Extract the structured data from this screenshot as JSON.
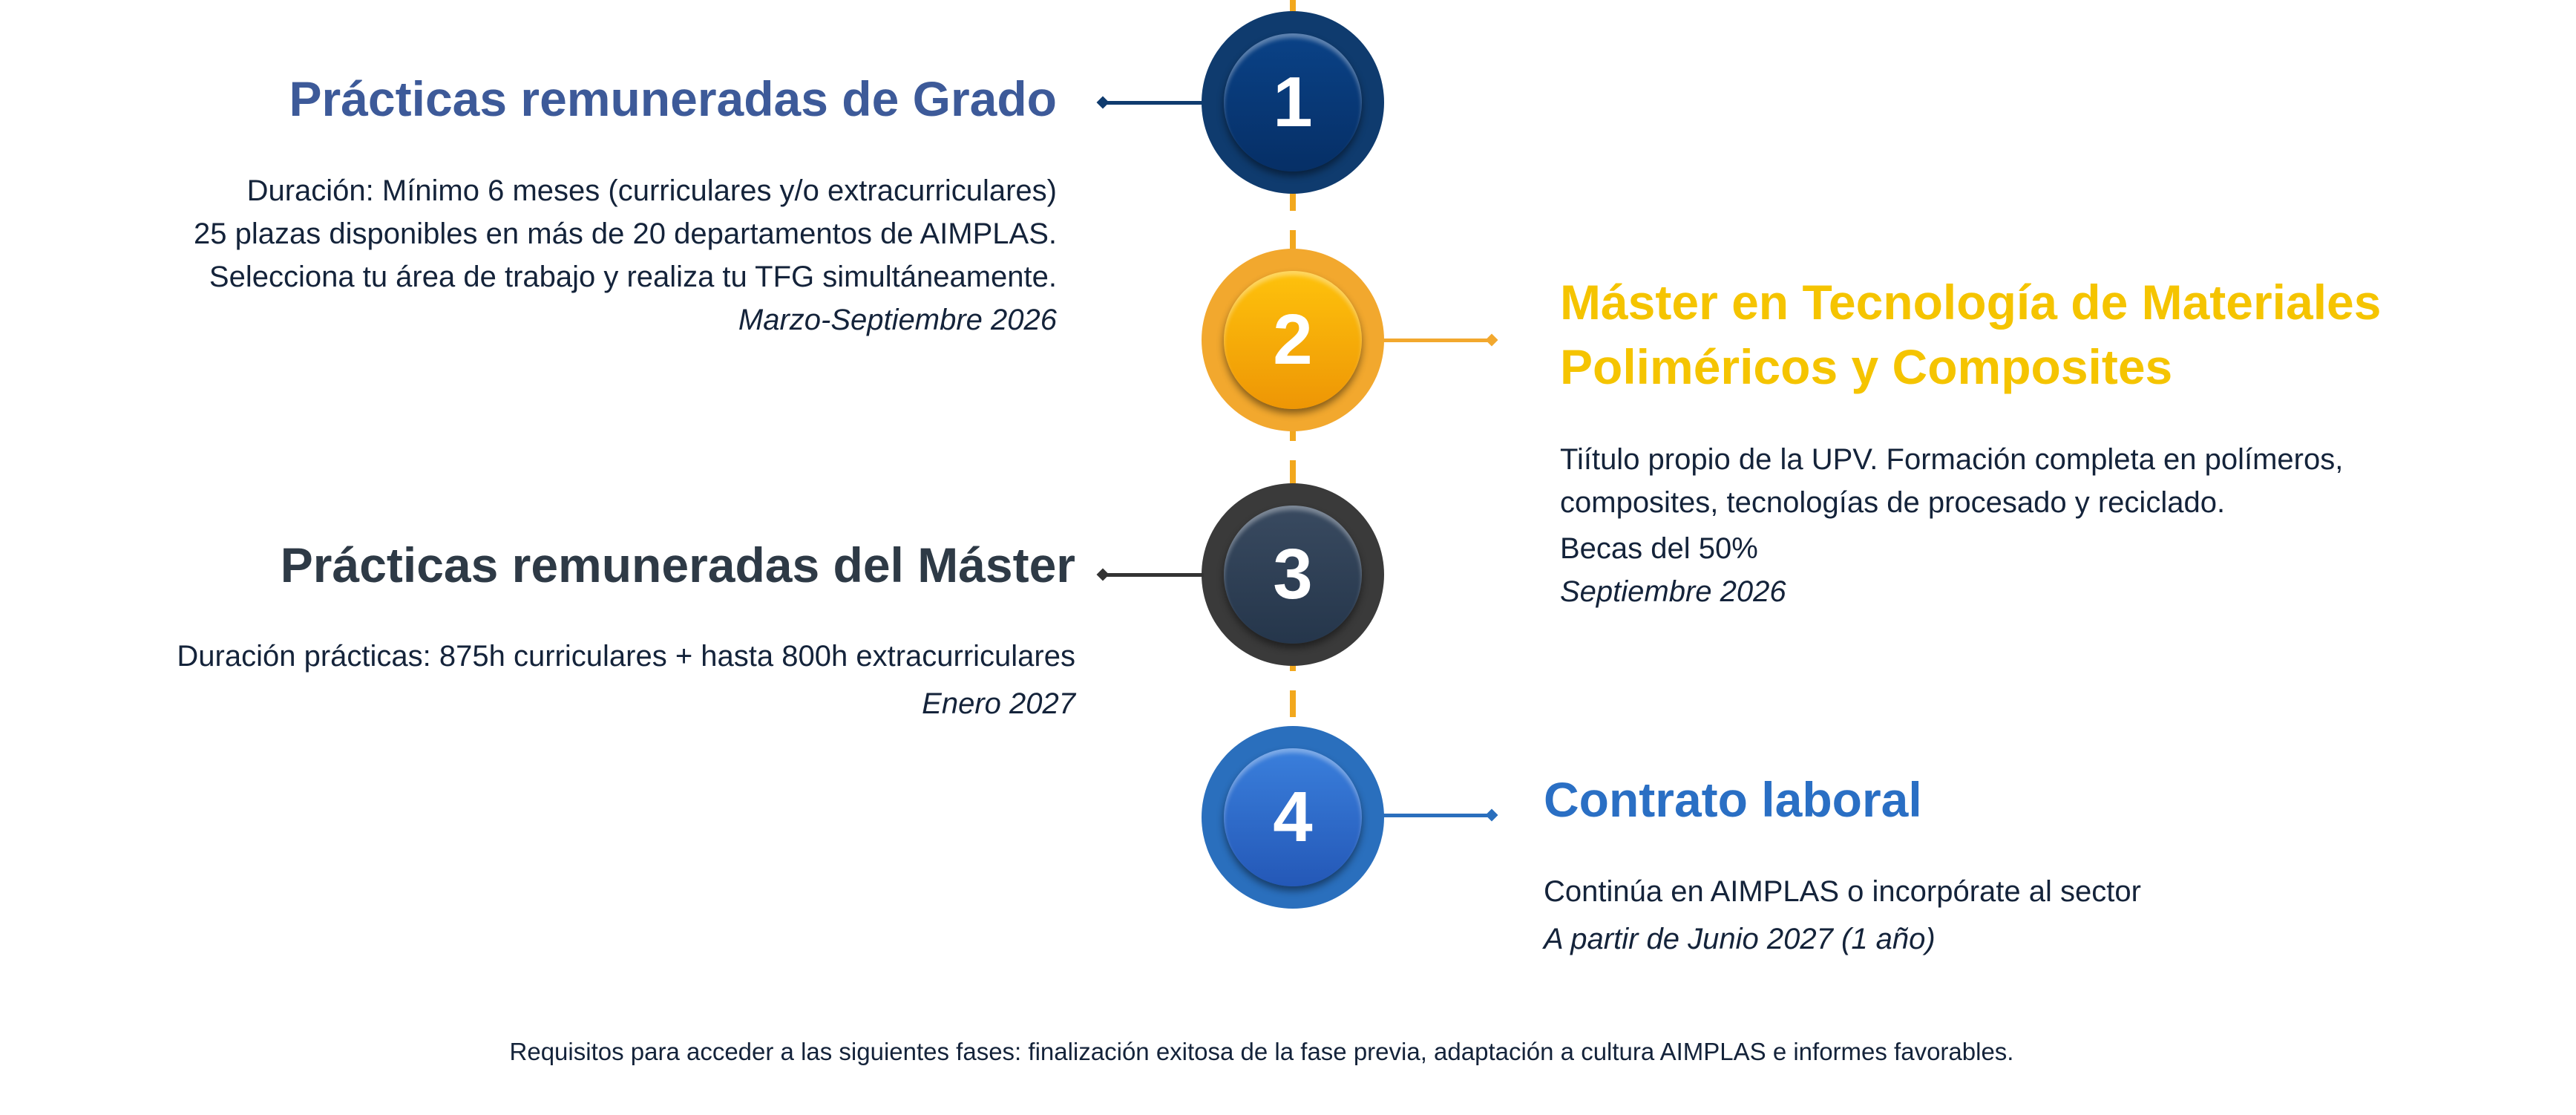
{
  "steps": [
    {
      "number": "1",
      "title": "Prácticas remuneradas de Grado",
      "lines": [
        "Duración: Mínimo 6 meses (curriculares y/o extracurriculares)",
        "25 plazas disponibles en más de 20 departamentos de AIMPLAS.",
        "Selecciona tu área de trabajo y realiza tu TFG simultáneamente."
      ],
      "date": "Marzo-Septiembre 2026",
      "color": "#3d5a99"
    },
    {
      "number": "2",
      "title_lines": [
        "Máster en Tecnología de Materiales",
        "Poliméricos y Composites"
      ],
      "lines": [
        "Tiítulo propio de la UPV. Formación completa en polímeros,",
        "composites, tecnologías de procesado y reciclado.",
        "Becas del  50%"
      ],
      "date": "Septiembre 2026",
      "color": "#f5c400"
    },
    {
      "number": "3",
      "title": "Prácticas remuneradas del Máster",
      "lines": [
        "Duración prácticas: 875h curriculares + hasta 800h extracurriculares"
      ],
      "date": "Enero 2027",
      "color": "#2e3a46"
    },
    {
      "number": "4",
      "title": "Contrato laboral",
      "lines": [
        "Continúa en AIMPLAS o incorpórate al sector"
      ],
      "date": "A partir de Junio 2027 (1 año)",
      "color": "#2a6fc4"
    }
  ],
  "footer": "Requisitos para acceder a las siguientes fases: finalización exitosa de la fase previa, adaptación a cultura AIMPLAS e informes favorables."
}
